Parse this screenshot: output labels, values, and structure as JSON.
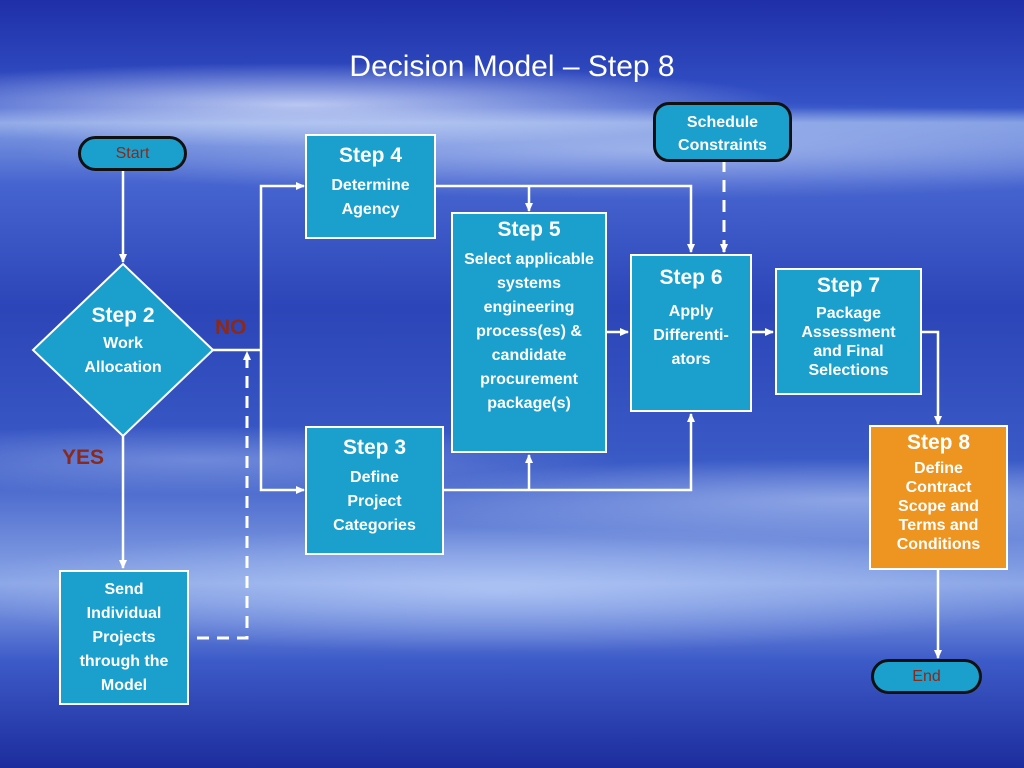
{
  "title": "Decision Model – Step 8",
  "start": "Start",
  "end": "End",
  "schedule": "Schedule Constraints",
  "step2": {
    "head": "Step 2",
    "body": "Work Allocation"
  },
  "step3": {
    "head": "Step 3",
    "body": "Define Project Categories"
  },
  "step4": {
    "head": "Step 4",
    "body": "Determine Agency"
  },
  "step5": {
    "head": "Step 5",
    "body": "Select applicable systems engineering process(es) & candidate procurement package(s)"
  },
  "step6": {
    "head": "Step 6",
    "body": "Apply Differenti-ators"
  },
  "step7": {
    "head": "Step 7",
    "body": "Package Assessment and Final Selections"
  },
  "step8": {
    "head": "Step 8",
    "body": "Define Contract Scope and Terms and Conditions"
  },
  "send": "Send Individual Projects through the Model",
  "no_label": "NO",
  "yes_label": "YES",
  "colors": {
    "box": "#1ba0cd",
    "step8": "#ed9421",
    "label": "#8a2a1a",
    "pill_text": "#8a2a1a"
  }
}
